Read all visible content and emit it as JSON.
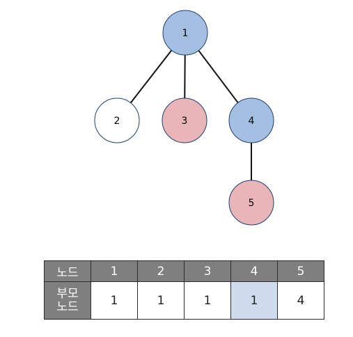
{
  "tree": {
    "nodes": [
      {
        "id": "1",
        "label": "1",
        "fill": "#a5bfe3"
      },
      {
        "id": "2",
        "label": "2",
        "fill": "#ffffff"
      },
      {
        "id": "3",
        "label": "3",
        "fill": "#e8b6b8"
      },
      {
        "id": "4",
        "label": "4",
        "fill": "#a5bfe3"
      },
      {
        "id": "5",
        "label": "5",
        "fill": "#e8b6b8"
      }
    ],
    "edges": [
      {
        "from": "1",
        "to": "2"
      },
      {
        "from": "1",
        "to": "3"
      },
      {
        "from": "1",
        "to": "4"
      },
      {
        "from": "4",
        "to": "5"
      }
    ],
    "node_stroke": "#1f3f6b"
  },
  "table": {
    "header_label": "노드",
    "value_label_line1": "부모",
    "value_label_line2": "노드",
    "nodes": [
      "1",
      "2",
      "3",
      "4",
      "5"
    ],
    "parents": [
      "1",
      "1",
      "1",
      "1",
      "4"
    ],
    "highlight_color": "#cfdcee",
    "highlight_node": "4"
  }
}
